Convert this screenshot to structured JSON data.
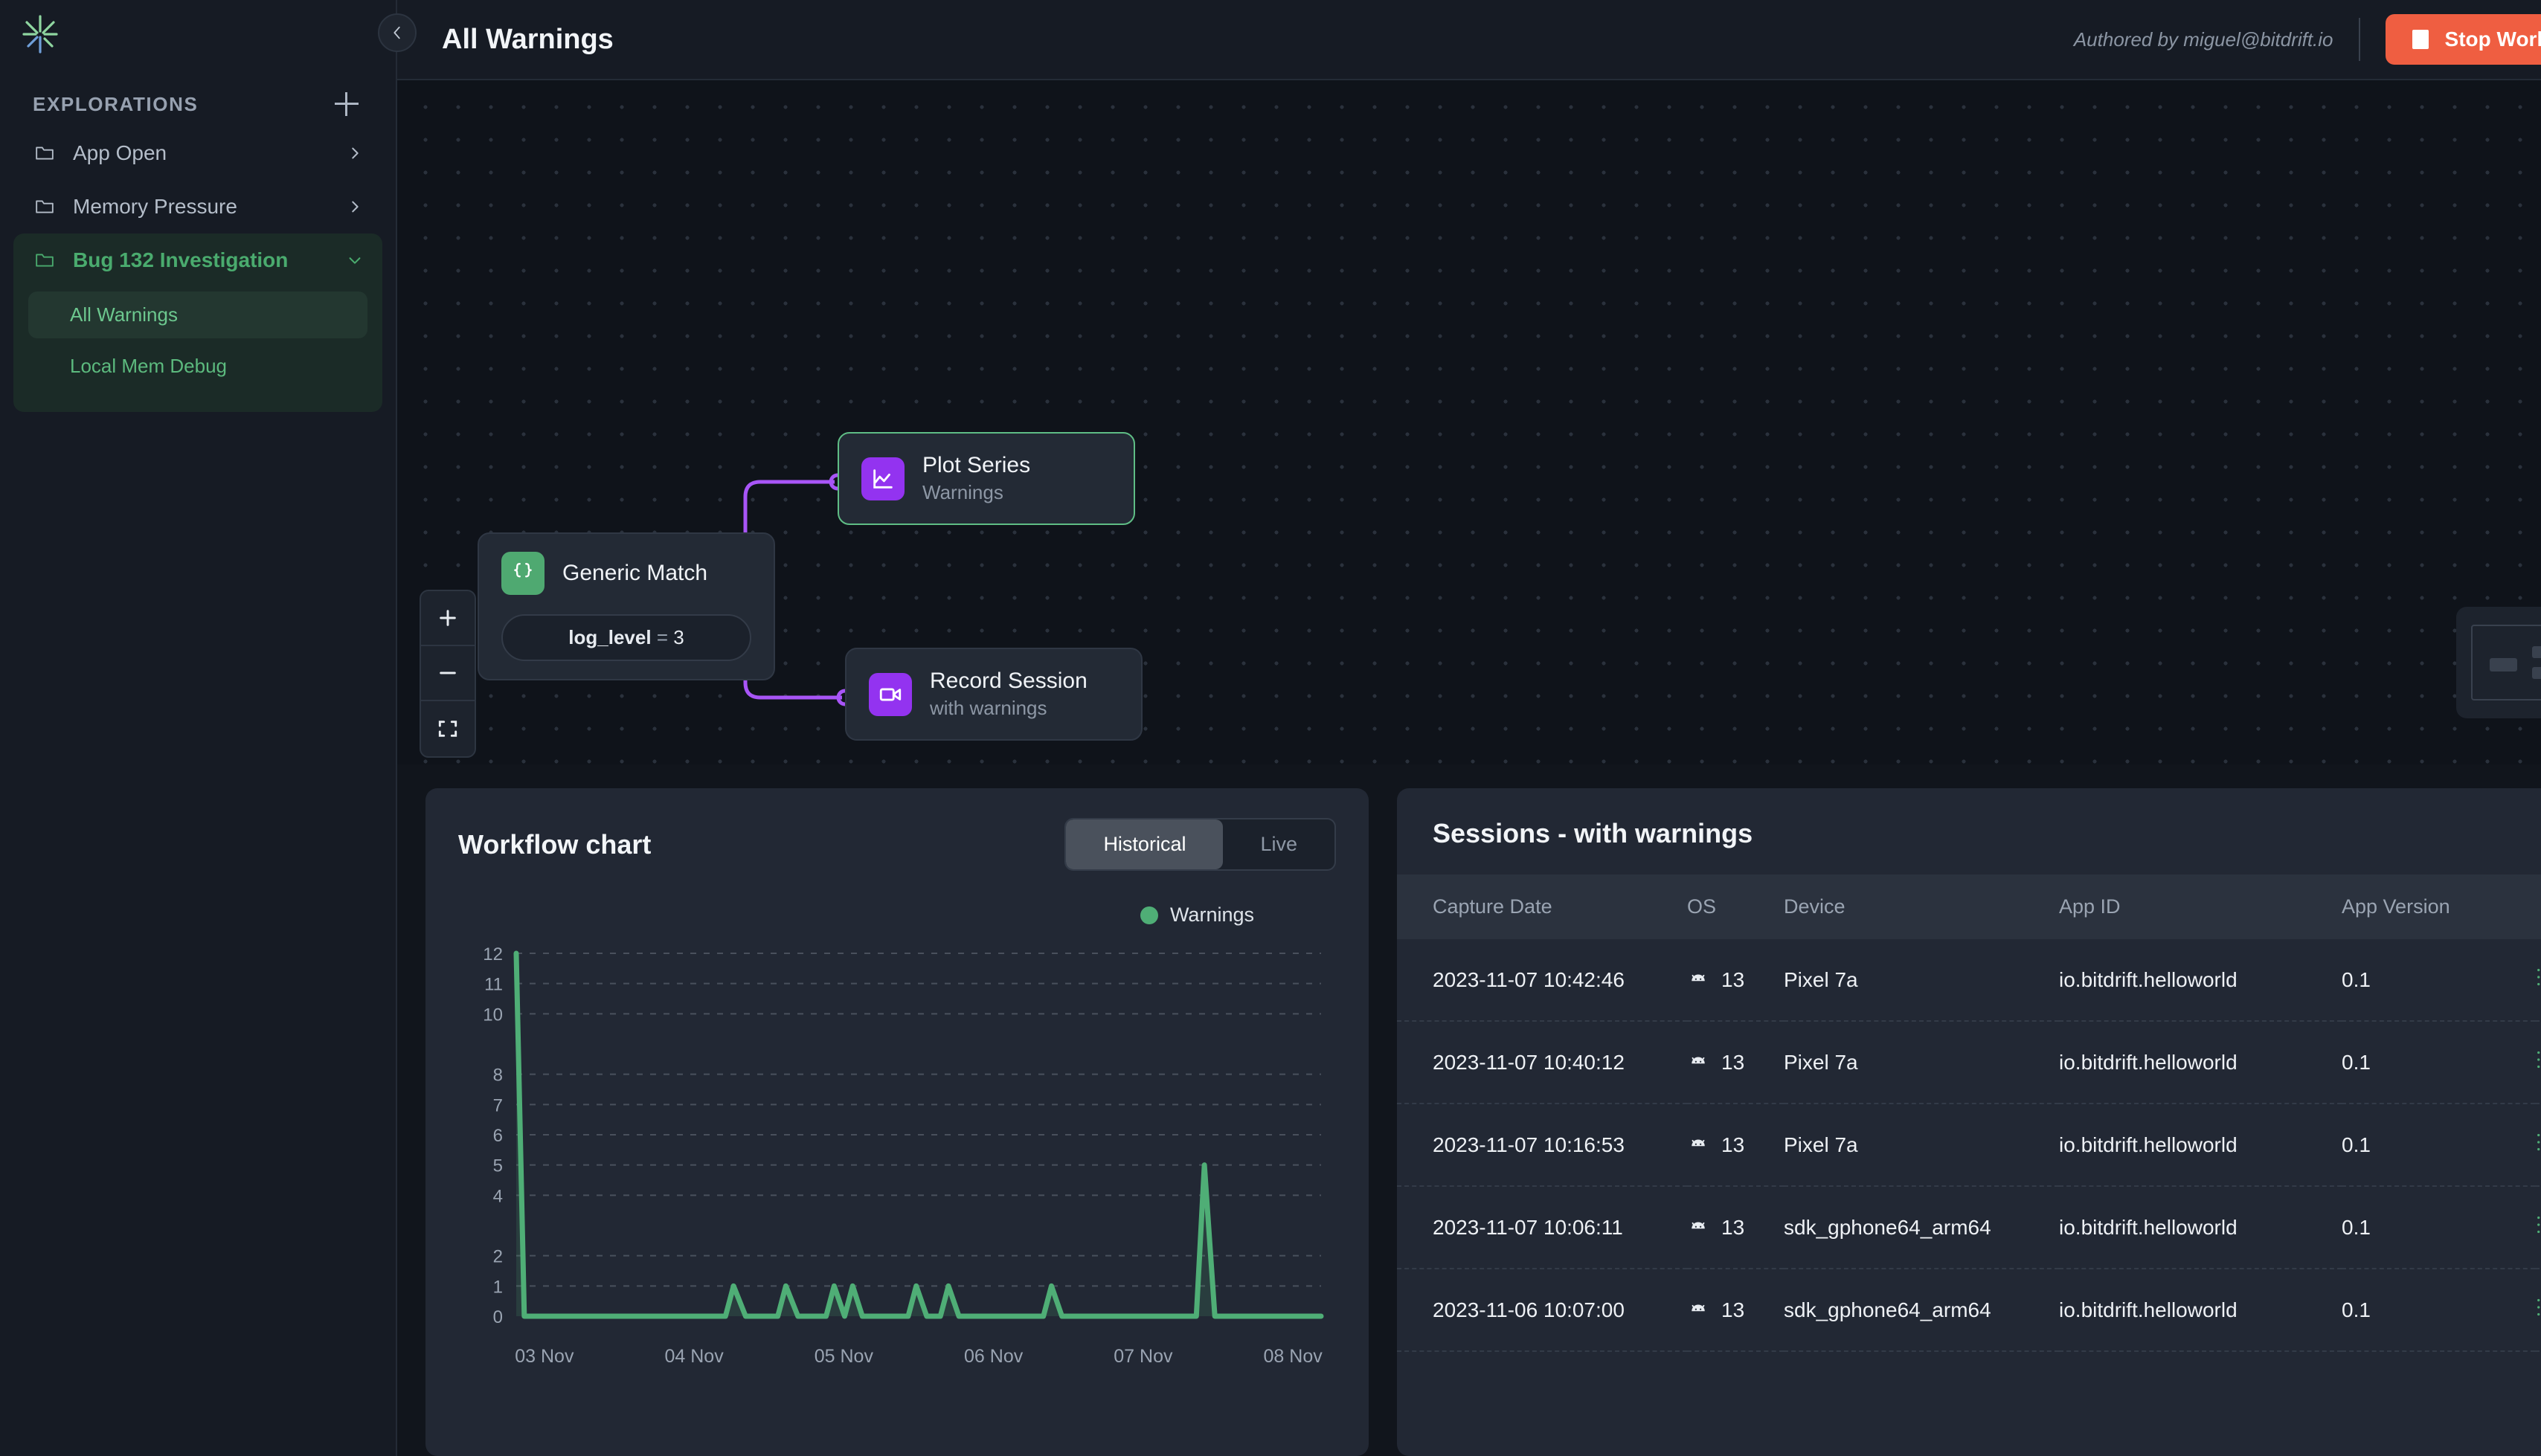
{
  "sidebar": {
    "logo_icon": "bitdrift-asterisk-logo",
    "section_title": "EXPLORATIONS",
    "add_icon": "plus-icon",
    "items": [
      {
        "label": "App Open",
        "icon": "folder-icon",
        "chevron": "chevron-right-icon",
        "active": false
      },
      {
        "label": "Memory Pressure",
        "icon": "folder-icon",
        "chevron": "chevron-right-icon",
        "active": false
      },
      {
        "label": "Bug 132 Investigation",
        "icon": "folder-icon",
        "chevron": "chevron-down-icon",
        "active": true
      }
    ],
    "sub_items": [
      {
        "label": "All Warnings",
        "selected": true
      },
      {
        "label": "Local Mem Debug",
        "selected": false
      }
    ]
  },
  "header": {
    "collapse_icon": "chevron-left-icon",
    "title": "All Warnings",
    "authored_by": "Authored by miguel@bitdrift.io",
    "stop_button": "Stop Workflow",
    "stop_icon": "stop-square-icon",
    "stop_color": "#ef5e41"
  },
  "canvas": {
    "nodes": [
      {
        "name": "generic-match",
        "title": "Generic Match",
        "icon": "curly-braces-icon",
        "icon_color": "#4fa971",
        "condition_key": "log_level",
        "condition_op": "=",
        "condition_value": "3"
      },
      {
        "name": "plot-series",
        "title": "Plot Series",
        "subtitle": "Warnings",
        "icon": "line-chart-icon",
        "icon_color": "#9333f0",
        "highlighted": true
      },
      {
        "name": "record-session",
        "title": "Record Session",
        "subtitle": "with warnings",
        "icon": "video-camera-icon",
        "icon_color": "#9333f0",
        "highlighted": false
      }
    ],
    "edge_color": "#a855f7",
    "controls": [
      {
        "name": "zoom-in",
        "icon": "plus-icon"
      },
      {
        "name": "zoom-out",
        "icon": "minus-icon"
      },
      {
        "name": "fit-view",
        "icon": "fit-screen-icon"
      }
    ],
    "minimap_label": "minimap",
    "chat_icon": "chat-bubble-icon"
  },
  "chart_panel": {
    "title": "Workflow chart",
    "tabs": [
      {
        "label": "Historical",
        "active": true
      },
      {
        "label": "Live",
        "active": false
      }
    ]
  },
  "chart_data": {
    "type": "area",
    "title": "Workflow chart",
    "xlabel": "",
    "ylabel": "",
    "grid": true,
    "legend_position": "top-right",
    "series": [
      {
        "name": "Warnings",
        "color": "#4fae76"
      }
    ],
    "legend": [
      "Warnings"
    ],
    "yticks": [
      0,
      1,
      2,
      4,
      5,
      6,
      7,
      8,
      10,
      11,
      12
    ],
    "ylim": [
      0,
      12
    ],
    "xticks": [
      "03 Nov",
      "04 Nov",
      "05 Nov",
      "06 Nov",
      "07 Nov",
      "08 Nov"
    ],
    "xlim": [
      "03 Nov",
      "08 Nov"
    ],
    "points": [
      {
        "x": 0.0,
        "y": 12
      },
      {
        "x": 0.01,
        "y": 0
      },
      {
        "x": 0.26,
        "y": 0
      },
      {
        "x": 0.27,
        "y": 1
      },
      {
        "x": 0.285,
        "y": 0
      },
      {
        "x": 0.325,
        "y": 0
      },
      {
        "x": 0.335,
        "y": 1
      },
      {
        "x": 0.35,
        "y": 0
      },
      {
        "x": 0.385,
        "y": 0
      },
      {
        "x": 0.395,
        "y": 1
      },
      {
        "x": 0.408,
        "y": 0
      },
      {
        "x": 0.418,
        "y": 1
      },
      {
        "x": 0.43,
        "y": 0
      },
      {
        "x": 0.487,
        "y": 0
      },
      {
        "x": 0.497,
        "y": 1
      },
      {
        "x": 0.51,
        "y": 0
      },
      {
        "x": 0.527,
        "y": 0
      },
      {
        "x": 0.537,
        "y": 1
      },
      {
        "x": 0.55,
        "y": 0
      },
      {
        "x": 0.655,
        "y": 0
      },
      {
        "x": 0.665,
        "y": 1
      },
      {
        "x": 0.678,
        "y": 0
      },
      {
        "x": 0.845,
        "y": 0
      },
      {
        "x": 0.855,
        "y": 5
      },
      {
        "x": 0.868,
        "y": 0
      },
      {
        "x": 1.0,
        "y": 0
      }
    ]
  },
  "sessions_panel": {
    "title": "Sessions - with warnings",
    "columns": [
      "Capture Date",
      "OS",
      "Device",
      "App ID",
      "App Version"
    ],
    "row_action_icon": "logs-list-icon",
    "os_icon": "android-icon",
    "rows": [
      {
        "capture_date": "2023-11-07 10:42:46",
        "os": "13",
        "device": "Pixel 7a",
        "app_id": "io.bitdrift.helloworld",
        "app_version": "0.1"
      },
      {
        "capture_date": "2023-11-07 10:40:12",
        "os": "13",
        "device": "Pixel 7a",
        "app_id": "io.bitdrift.helloworld",
        "app_version": "0.1"
      },
      {
        "capture_date": "2023-11-07 10:16:53",
        "os": "13",
        "device": "Pixel 7a",
        "app_id": "io.bitdrift.helloworld",
        "app_version": "0.1"
      },
      {
        "capture_date": "2023-11-07 10:06:11",
        "os": "13",
        "device": "sdk_gphone64_arm64",
        "app_id": "io.bitdrift.helloworld",
        "app_version": "0.1"
      },
      {
        "capture_date": "2023-11-06 10:07:00",
        "os": "13",
        "device": "sdk_gphone64_arm64",
        "app_id": "io.bitdrift.helloworld",
        "app_version": "0.1"
      }
    ]
  }
}
